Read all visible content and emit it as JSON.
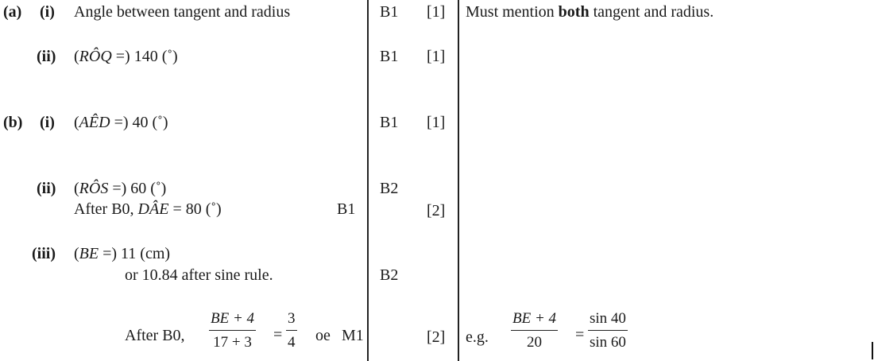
{
  "a": {
    "label": "(a)",
    "i": {
      "label": "(i)",
      "answer": "Angle between tangent and radius",
      "mark": "B1",
      "total": "[1]",
      "note_pre": "Must mention ",
      "note_bold": "both",
      "note_post": " tangent and radius."
    },
    "ii": {
      "label": "(ii)",
      "pre": "(",
      "angle": "RÔQ",
      "post": " =) 140 (˚)",
      "mark": "B1",
      "total": "[1]"
    }
  },
  "b": {
    "label": "(b)",
    "i": {
      "label": "(i)",
      "pre": "(",
      "angle": "AÊD",
      "post": " =) 40 (˚)",
      "mark": "B1",
      "total": "[1]"
    },
    "ii": {
      "label": "(ii)",
      "pre": "(",
      "angle": "RÔS",
      "post": " =) 60 (˚)",
      "mark": "B2",
      "alt_pre": "After B0, ",
      "alt_angle": "DÂE",
      "alt_post": " = 80 (˚)",
      "alt_mark": "B1",
      "total": "[2]"
    },
    "iii": {
      "label": "(iii)",
      "pre": "(",
      "var": "BE",
      "post": " =) 11 (cm)",
      "line2": "or 10.84 after sine rule.",
      "mark": "B2",
      "alt_pre": "After B0,",
      "f1_num": "BE + 4",
      "f1_den": "17 + 3",
      "eq": "=",
      "f2_num": "3",
      "f2_den": "4",
      "oe": "oe",
      "alt_mark": "M1",
      "total": "[2]",
      "eg": "e.g.",
      "g1_num": "BE + 4",
      "g1_den": "20",
      "g2_num": "sin 40",
      "g2_den": "sin 60"
    }
  }
}
